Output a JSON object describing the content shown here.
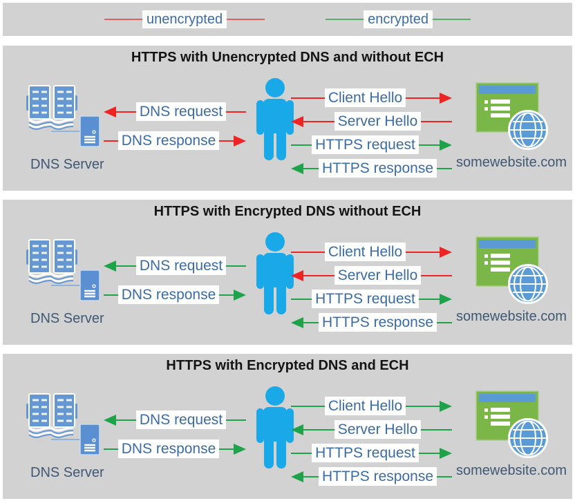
{
  "legend": {
    "items": [
      {
        "label": "unencrypted",
        "color": "red"
      },
      {
        "label": "encrypted",
        "color": "green"
      }
    ]
  },
  "colors": {
    "panel_background": "#d2d2d2",
    "unencrypted_red": "#ee2424",
    "encrypted_green": "#1fa34a",
    "legend_red": "#e05f5f",
    "legend_green": "#55ad6a",
    "arrow_label_blue": "#3a6ba3",
    "caption_blue_gray": "#3f5873",
    "person_blue": "#19a8e8",
    "book_blue": "#6598d2",
    "server_blue": "#5a8fd1",
    "website_green": "#7ab648",
    "browser_titlebar_blue": "#5b9bd5",
    "globe_blue": "#5b9bd5"
  },
  "panels": [
    {
      "title": "HTTPS with Unencrypted DNS and without ECH",
      "dns_server_label": "DNS Server",
      "website_label": "somewebsite.com",
      "arrows": [
        {
          "label": "DNS request",
          "direction": "left",
          "color": "red"
        },
        {
          "label": "DNS response",
          "direction": "right",
          "color": "red"
        },
        {
          "label": "Client Hello",
          "direction": "right",
          "color": "red"
        },
        {
          "label": "Server Hello",
          "direction": "left",
          "color": "red"
        },
        {
          "label": "HTTPS request",
          "direction": "right",
          "color": "green"
        },
        {
          "label": "HTTPS response",
          "direction": "left",
          "color": "green"
        }
      ]
    },
    {
      "title": "HTTPS with Encrypted DNS without ECH",
      "dns_server_label": "DNS Server",
      "website_label": "somewebsite.com",
      "arrows": [
        {
          "label": "DNS request",
          "direction": "left",
          "color": "green"
        },
        {
          "label": "DNS response",
          "direction": "right",
          "color": "green"
        },
        {
          "label": "Client Hello",
          "direction": "right",
          "color": "red"
        },
        {
          "label": "Server Hello",
          "direction": "left",
          "color": "red"
        },
        {
          "label": "HTTPS request",
          "direction": "right",
          "color": "green"
        },
        {
          "label": "HTTPS response",
          "direction": "left",
          "color": "green"
        }
      ]
    },
    {
      "title": "HTTPS with Encrypted DNS and ECH",
      "dns_server_label": "DNS Server",
      "website_label": "somewebsite.com",
      "arrows": [
        {
          "label": "DNS request",
          "direction": "left",
          "color": "green"
        },
        {
          "label": "DNS response",
          "direction": "right",
          "color": "green"
        },
        {
          "label": "Client Hello",
          "direction": "right",
          "color": "green"
        },
        {
          "label": "Server Hello",
          "direction": "left",
          "color": "green"
        },
        {
          "label": "HTTPS request",
          "direction": "right",
          "color": "green"
        },
        {
          "label": "HTTPS response",
          "direction": "left",
          "color": "green"
        }
      ]
    }
  ]
}
